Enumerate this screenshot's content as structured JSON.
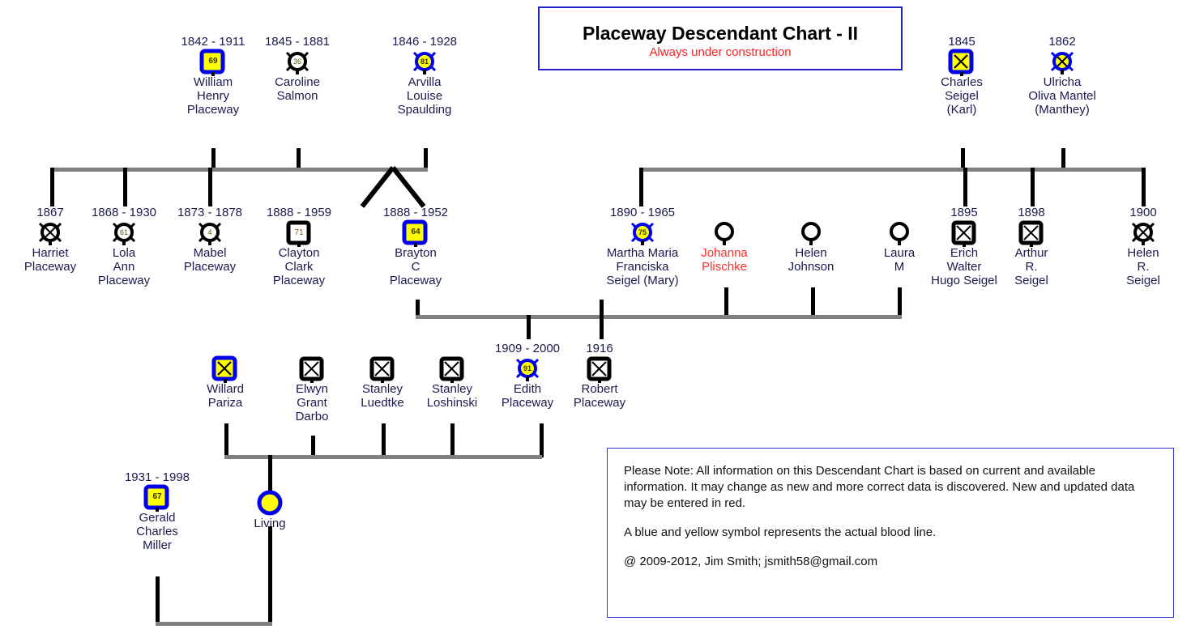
{
  "title_box": {
    "main": "Placeway Descendant Chart - II",
    "sub": "Always under construction"
  },
  "note_box": {
    "para1": "Please Note:  All information on this Descendant Chart is based on current and available information.  It may change as new and more correct data is discovered.  New and updated data may be entered in red.",
    "para2": "A blue and yellow symbol represents the actual blood line.",
    "para3": "@ 2009-2012, Jim Smith; jsmith58@gmail.com"
  },
  "legend_colors": {
    "bloodline_border": "#0000EE",
    "bloodline_fill": "#FFFF00",
    "plain_outline": "#000000",
    "connector_gray": "#808080",
    "drop_black": "#000000",
    "text_navy": "#1A1A4E",
    "new_data_red": "#FF2D2D",
    "title_border": "#2222CC"
  },
  "generations": {
    "gen1": [
      {
        "id": "william-henry-placeway",
        "dates": "1842 - 1911",
        "name": "William\nHenry\nPlaceway",
        "symbol": "square-blue-yellow",
        "age": "69",
        "red": false
      },
      {
        "id": "caroline-salmon",
        "dates": "1845 - 1881",
        "name": "Caroline\nSalmon",
        "symbol": "circle-black-rays",
        "age": "36",
        "red": false
      },
      {
        "id": "arvilla-louise-spaulding",
        "dates": "1846 - 1928",
        "name": "Arvilla\nLouise\nSpaulding",
        "symbol": "circle-blue-yellow-rays",
        "age": "81",
        "red": false
      },
      {
        "id": "charles-seigel",
        "dates": "1845",
        "name": "Charles\nSeigel\n(Karl)",
        "symbol": "square-blue-yellow-x",
        "age": "",
        "red": false
      },
      {
        "id": "ulricha-oliva-mantel",
        "dates": "1862",
        "name": "Ulricha\nOliva Mantel\n(Manthey)",
        "symbol": "circle-blue-yellow-x-rays",
        "age": "",
        "red": false
      }
    ],
    "gen2": [
      {
        "id": "harriet-placeway",
        "dates": "1867",
        "name": "Harriet\nPlaceway",
        "symbol": "circle-black-x-rays",
        "age": "",
        "red": false
      },
      {
        "id": "lola-ann-placeway",
        "dates": "1868 - 1930",
        "name": "Lola\nAnn\nPlaceway",
        "symbol": "circle-black-rays",
        "age": "61",
        "red": false
      },
      {
        "id": "mabel-placeway",
        "dates": "1873 - 1878",
        "name": "Mabel\nPlaceway",
        "symbol": "circle-black-rays",
        "age": "4",
        "red": false
      },
      {
        "id": "clayton-clark-placeway",
        "dates": "1888 - 1959",
        "name": "Clayton\nClark\nPlaceway",
        "symbol": "square-black",
        "age": "71",
        "red": false
      },
      {
        "id": "brayton-c-placeway",
        "dates": "1888 - 1952",
        "name": "Brayton\nC\nPlaceway",
        "symbol": "square-blue-yellow",
        "age": "64",
        "red": false
      },
      {
        "id": "martha-maria-franciska-seigel",
        "dates": "1890 - 1965",
        "name": "Martha Maria\nFranciska\nSeigel (Mary)",
        "symbol": "circle-blue-yellow-rays",
        "age": "75",
        "red": false
      },
      {
        "id": "johanna-plischke",
        "dates": "",
        "name": "Johanna\nPlischke",
        "symbol": "circle-black-plain",
        "age": "",
        "red": true
      },
      {
        "id": "helen-johnson",
        "dates": "",
        "name": "Helen\nJohnson",
        "symbol": "circle-black-plain",
        "age": "",
        "red": false
      },
      {
        "id": "laura-m",
        "dates": "",
        "name": "Laura\nM",
        "symbol": "circle-black-plain",
        "age": "",
        "red": false
      },
      {
        "id": "erich-walter-hugo-seigel",
        "dates": "1895",
        "name": "Erich\nWalter\nHugo Seigel",
        "symbol": "square-black-x",
        "age": "",
        "red": false
      },
      {
        "id": "arthur-r-seigel",
        "dates": "1898",
        "name": "Arthur\nR.\nSeigel",
        "symbol": "square-black-x",
        "age": "",
        "red": false
      },
      {
        "id": "helen-r-seigel",
        "dates": "1900",
        "name": "Helen\nR.\nSeigel",
        "symbol": "circle-black-x-rays",
        "age": "",
        "red": false
      }
    ],
    "gen3": [
      {
        "id": "willard-pariza",
        "dates": "",
        "name": "Willard\nPariza",
        "symbol": "square-blue-yellow-x",
        "age": "",
        "red": false
      },
      {
        "id": "elwyn-grant-darbo",
        "dates": "",
        "name": "Elwyn\nGrant\nDarbo",
        "symbol": "square-black-x",
        "age": "",
        "red": false
      },
      {
        "id": "stanley-luedtke",
        "dates": "",
        "name": "Stanley\nLuedtke",
        "symbol": "square-black-x",
        "age": "",
        "red": false
      },
      {
        "id": "stanley-loshinski",
        "dates": "",
        "name": "Stanley\nLoshinski",
        "symbol": "square-black-x",
        "age": "",
        "red": false
      },
      {
        "id": "edith-placeway",
        "dates": "1909 - 2000",
        "name": "Edith\nPlaceway",
        "symbol": "circle-blue-yellow-rays",
        "age": "91",
        "red": false
      },
      {
        "id": "robert-placeway",
        "dates": "1916",
        "name": "Robert\nPlaceway",
        "symbol": "square-black-x",
        "age": "",
        "red": false
      }
    ],
    "gen4": [
      {
        "id": "gerald-charles-miller",
        "dates": "1931 - 1998",
        "name": "Gerald\nCharles\nMiller",
        "symbol": "square-blue-yellow",
        "age": "67",
        "red": false
      },
      {
        "id": "living",
        "dates": "",
        "name": "Living",
        "symbol": "circle-blue-yellow-plain",
        "age": "",
        "red": false
      }
    ]
  }
}
